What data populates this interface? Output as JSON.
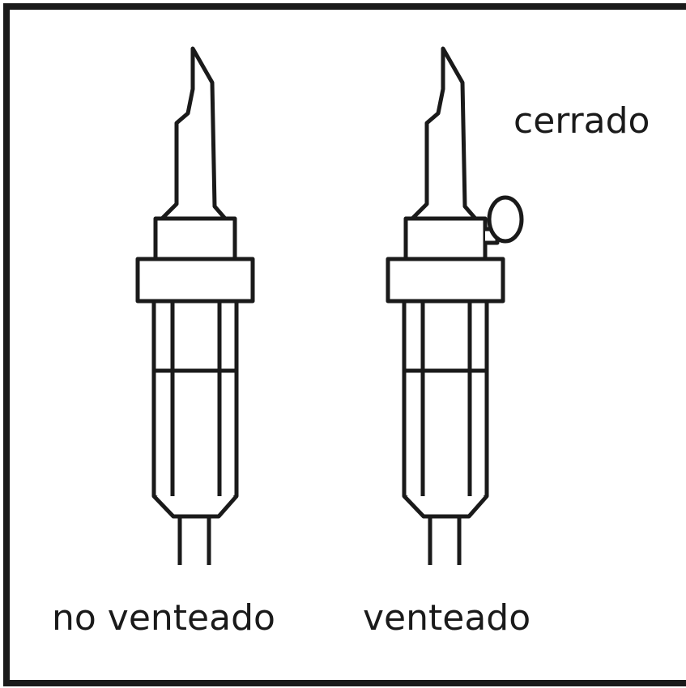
{
  "labels": {
    "closed": "cerrado",
    "non_vented": "no venteado",
    "vented": "venteado"
  },
  "colors": {
    "stroke": "#1a1a1a",
    "background": "#ffffff"
  }
}
